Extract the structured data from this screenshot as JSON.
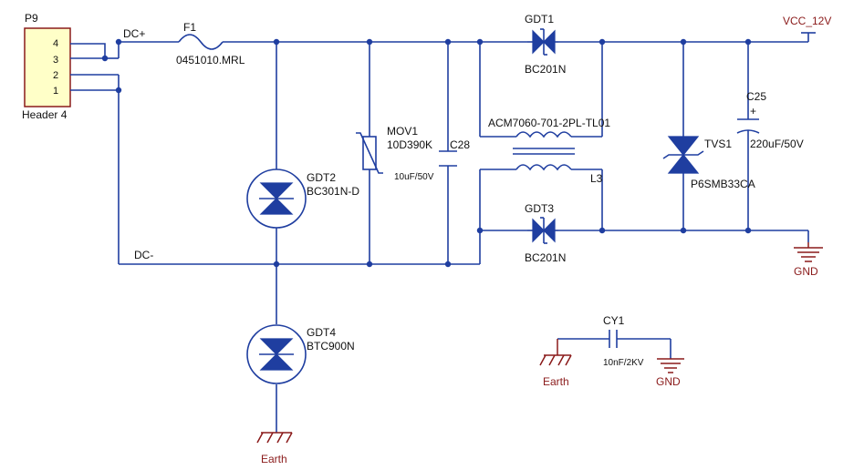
{
  "connector": {
    "ref": "P9",
    "part": "Header 4",
    "pins": [
      "4",
      "3",
      "2",
      "1"
    ]
  },
  "nets": {
    "dc_plus": "DC+",
    "dc_minus": "DC-",
    "vcc": "VCC_12V",
    "gnd": "GND",
    "earth": "Earth"
  },
  "fuse": {
    "ref": "F1",
    "value": "0451010.MRL"
  },
  "gdt1": {
    "ref": "GDT1",
    "value": "BC201N"
  },
  "gdt2": {
    "ref": "GDT2",
    "value": "BC301N-D"
  },
  "gdt3": {
    "ref": "GDT3",
    "value": "BC201N"
  },
  "gdt4": {
    "ref": "GDT4",
    "value": "BTC900N"
  },
  "mov1": {
    "ref": "MOV1",
    "value": "10D390K"
  },
  "c28": {
    "ref": "C28",
    "value": "10uF/50V"
  },
  "choke": {
    "ref": "L3",
    "value": "ACM7060-701-2PL-TL01"
  },
  "tvs1": {
    "ref": "TVS1",
    "value": "P6SMB33CA"
  },
  "c25": {
    "ref": "C25",
    "value": "220uF/50V",
    "polarity": "+"
  },
  "cy1": {
    "ref": "CY1",
    "value": "10nF/2KV"
  },
  "colors": {
    "wire": "#1f3ea0",
    "ground": "#8a1a1a",
    "connector_fill": "#ffffc8"
  }
}
